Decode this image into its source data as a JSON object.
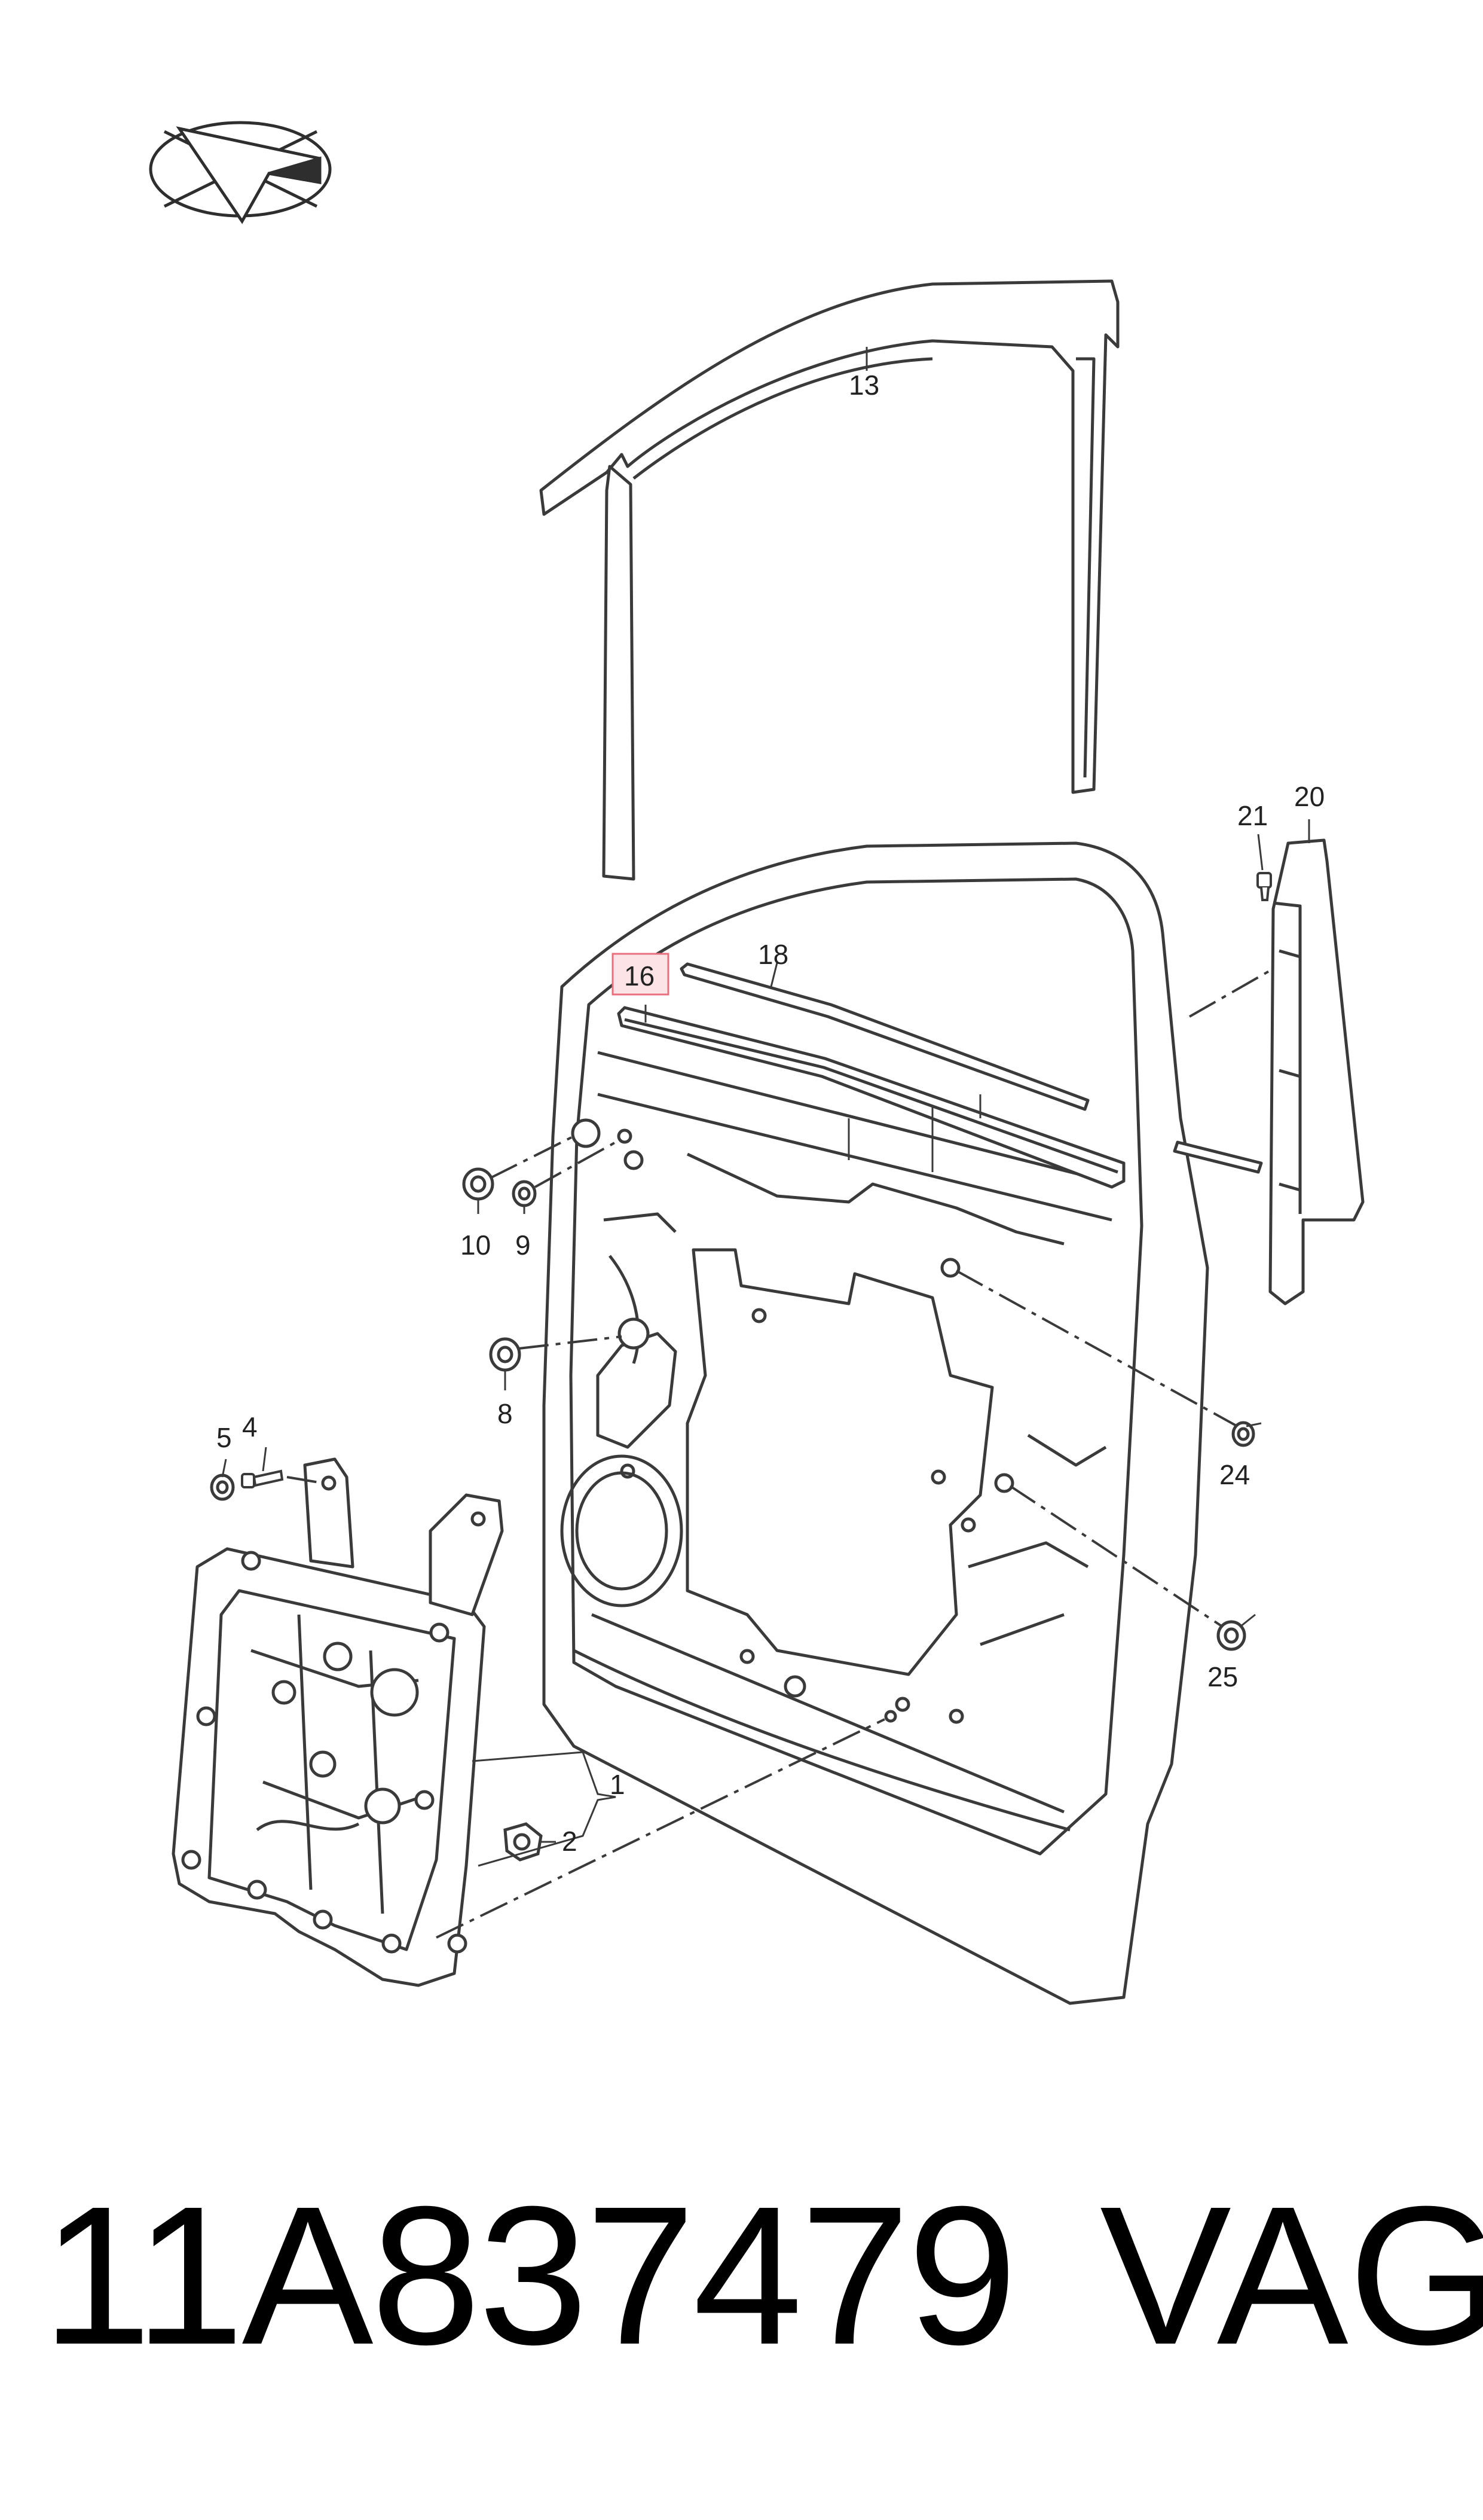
{
  "callouts": {
    "c1": "1",
    "c2": "2",
    "c4": "4",
    "c5": "5",
    "c8": "8",
    "c9": "9",
    "c10": "10",
    "c13": "13",
    "c16": "16",
    "c18": "18",
    "c20": "20",
    "c21": "21",
    "c24": "24",
    "c25": "25"
  },
  "footer": {
    "part_number": "11A837479",
    "brand": "VAG"
  },
  "colors": {
    "line": "#3a3a3a",
    "highlight_fill": "#fbe3e6",
    "highlight_stroke": "#e8707e",
    "text": "#000000"
  },
  "icons": {
    "compass": "direction-arrow-logo"
  }
}
